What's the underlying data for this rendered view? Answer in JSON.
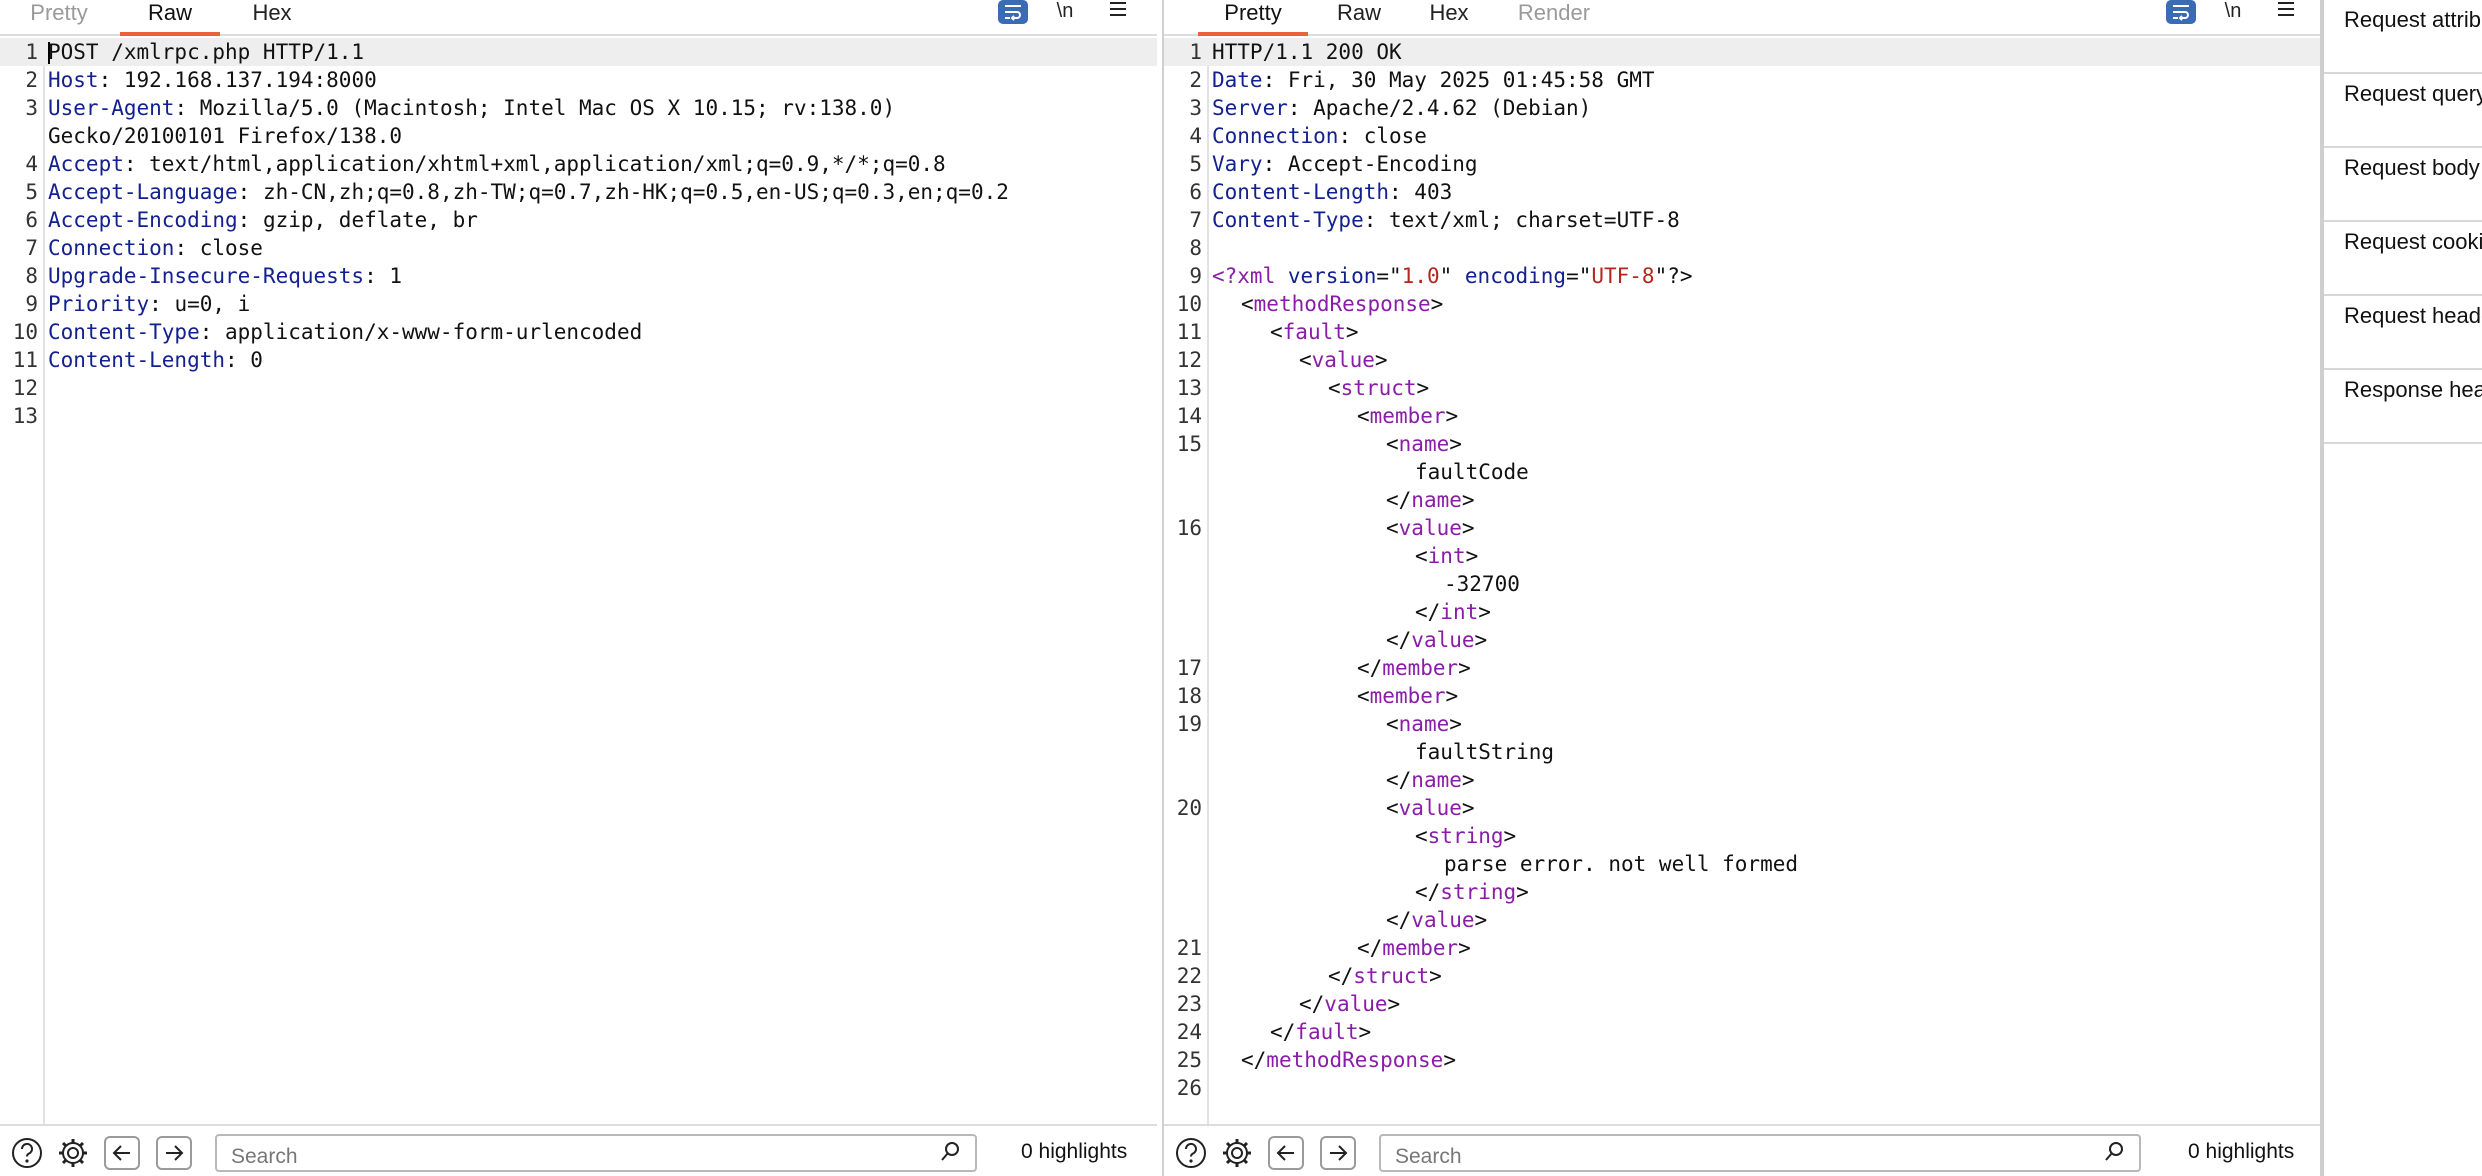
{
  "request": {
    "tabs": [
      "Pretty",
      "Raw",
      "Hex"
    ],
    "active_tab": "Raw",
    "toolbar": {
      "newline_label": "\\n"
    },
    "lines": [
      {
        "n": "1",
        "h": "",
        "v": "POST /xmlrpc.php HTTP/1.1"
      },
      {
        "n": "2",
        "h": "Host",
        "v": ": 192.168.137.194:8000"
      },
      {
        "n": "3",
        "h": "User-Agent",
        "v": ": Mozilla/5.0 (Macintosh; Intel Mac OS X 10.15; rv:138.0)"
      },
      {
        "n": "",
        "h": "",
        "v": "Gecko/20100101 Firefox/138.0"
      },
      {
        "n": "4",
        "h": "Accept",
        "v": ": text/html,application/xhtml+xml,application/xml;q=0.9,*/*;q=0.8"
      },
      {
        "n": "5",
        "h": "Accept-Language",
        "v": ": zh-CN,zh;q=0.8,zh-TW;q=0.7,zh-HK;q=0.5,en-US;q=0.3,en;q=0.2"
      },
      {
        "n": "6",
        "h": "Accept-Encoding",
        "v": ": gzip, deflate, br"
      },
      {
        "n": "7",
        "h": "Connection",
        "v": ": close"
      },
      {
        "n": "8",
        "h": "Upgrade-Insecure-Requests",
        "v": ": 1"
      },
      {
        "n": "9",
        "h": "Priority",
        "v": ": u=0, i"
      },
      {
        "n": "10",
        "h": "Content-Type",
        "v": ": application/x-www-form-urlencoded"
      },
      {
        "n": "11",
        "h": "Content-Length",
        "v": ": 0"
      },
      {
        "n": "12",
        "h": "",
        "v": ""
      },
      {
        "n": "13",
        "h": "",
        "v": ""
      }
    ],
    "footer": {
      "search_placeholder": "Search",
      "highlights": "0 highlights"
    }
  },
  "response": {
    "tabs": [
      "Pretty",
      "Raw",
      "Hex",
      "Render"
    ],
    "active_tab": "Pretty",
    "toolbar": {
      "newline_label": "\\n"
    },
    "lines": [
      {
        "n": "1",
        "k": "plain",
        "t": "HTTP/1.1 200 OK"
      },
      {
        "n": "2",
        "k": "hdr",
        "h": "Date",
        "v": ": Fri, 30 May 2025 01:45:58 GMT"
      },
      {
        "n": "3",
        "k": "hdr",
        "h": "Server",
        "v": ": Apache/2.4.62 (Debian)"
      },
      {
        "n": "4",
        "k": "hdr",
        "h": "Connection",
        "v": ": close"
      },
      {
        "n": "5",
        "k": "hdr",
        "h": "Vary",
        "v": ": Accept-Encoding"
      },
      {
        "n": "6",
        "k": "hdr",
        "h": "Content-Length",
        "v": ": 403"
      },
      {
        "n": "7",
        "k": "hdr",
        "h": "Content-Type",
        "v": ": text/xml; charset=UTF-8"
      },
      {
        "n": "8",
        "k": "plain",
        "t": ""
      },
      {
        "n": "9",
        "k": "decl",
        "p1": "<?xml ",
        "a1": "version",
        "e1": "=\"",
        "s1": "1.0",
        "q1": "\" ",
        "a2": "encoding",
        "e2": "=\"",
        "s2": "UTF-8",
        "q2": "\"?>"
      },
      {
        "n": "10",
        "k": "tag",
        "i": 1,
        "o": "<",
        "name": "methodResponse",
        "c": ">"
      },
      {
        "n": "11",
        "k": "tag",
        "i": 2,
        "o": "<",
        "name": "fault",
        "c": ">"
      },
      {
        "n": "12",
        "k": "tag",
        "i": 3,
        "o": "<",
        "name": "value",
        "c": ">"
      },
      {
        "n": "13",
        "k": "tag",
        "i": 4,
        "o": "<",
        "name": "struct",
        "c": ">"
      },
      {
        "n": "14",
        "k": "tag",
        "i": 5,
        "o": "<",
        "name": "member",
        "c": ">"
      },
      {
        "n": "15",
        "k": "tag",
        "i": 6,
        "o": "<",
        "name": "name",
        "c": ">"
      },
      {
        "n": "",
        "k": "text",
        "i": 7,
        "t": "faultCode"
      },
      {
        "n": "",
        "k": "tag",
        "i": 6,
        "o": "</",
        "name": "name",
        "c": ">"
      },
      {
        "n": "16",
        "k": "tag",
        "i": 6,
        "o": "<",
        "name": "value",
        "c": ">"
      },
      {
        "n": "",
        "k": "tag",
        "i": 7,
        "o": "<",
        "name": "int",
        "c": ">"
      },
      {
        "n": "",
        "k": "text",
        "i": 8,
        "t": "-32700"
      },
      {
        "n": "",
        "k": "tag",
        "i": 7,
        "o": "</",
        "name": "int",
        "c": ">"
      },
      {
        "n": "",
        "k": "tag",
        "i": 6,
        "o": "</",
        "name": "value",
        "c": ">"
      },
      {
        "n": "17",
        "k": "tag",
        "i": 5,
        "o": "</",
        "name": "member",
        "c": ">"
      },
      {
        "n": "18",
        "k": "tag",
        "i": 5,
        "o": "<",
        "name": "member",
        "c": ">"
      },
      {
        "n": "19",
        "k": "tag",
        "i": 6,
        "o": "<",
        "name": "name",
        "c": ">"
      },
      {
        "n": "",
        "k": "text",
        "i": 7,
        "t": "faultString"
      },
      {
        "n": "",
        "k": "tag",
        "i": 6,
        "o": "</",
        "name": "name",
        "c": ">"
      },
      {
        "n": "20",
        "k": "tag",
        "i": 6,
        "o": "<",
        "name": "value",
        "c": ">"
      },
      {
        "n": "",
        "k": "tag",
        "i": 7,
        "o": "<",
        "name": "string",
        "c": ">"
      },
      {
        "n": "",
        "k": "text",
        "i": 8,
        "t": "parse error. not well formed"
      },
      {
        "n": "",
        "k": "tag",
        "i": 7,
        "o": "</",
        "name": "string",
        "c": ">"
      },
      {
        "n": "",
        "k": "tag",
        "i": 6,
        "o": "</",
        "name": "value",
        "c": ">"
      },
      {
        "n": "21",
        "k": "tag",
        "i": 5,
        "o": "</",
        "name": "member",
        "c": ">"
      },
      {
        "n": "22",
        "k": "tag",
        "i": 4,
        "o": "</",
        "name": "struct",
        "c": ">"
      },
      {
        "n": "23",
        "k": "tag",
        "i": 3,
        "o": "</",
        "name": "value",
        "c": ">"
      },
      {
        "n": "24",
        "k": "tag",
        "i": 2,
        "o": "</",
        "name": "fault",
        "c": ">"
      },
      {
        "n": "25",
        "k": "tag",
        "i": 1,
        "o": "</",
        "name": "methodResponse",
        "c": ">"
      },
      {
        "n": "26",
        "k": "plain",
        "t": ""
      }
    ],
    "footer": {
      "search_placeholder": "Search",
      "highlights": "0 highlights"
    }
  },
  "inspector": {
    "items": [
      "Request attributes",
      "Request query parameters",
      "Request body parameters",
      "Request cookies",
      "Request headers",
      "Response headers"
    ]
  },
  "colors": {
    "accent": "#e8633a",
    "header_key": "#13208f",
    "xml_tag": "#8a1da8",
    "xml_string": "#b3261e",
    "wrap_button": "#3a6bb5"
  }
}
